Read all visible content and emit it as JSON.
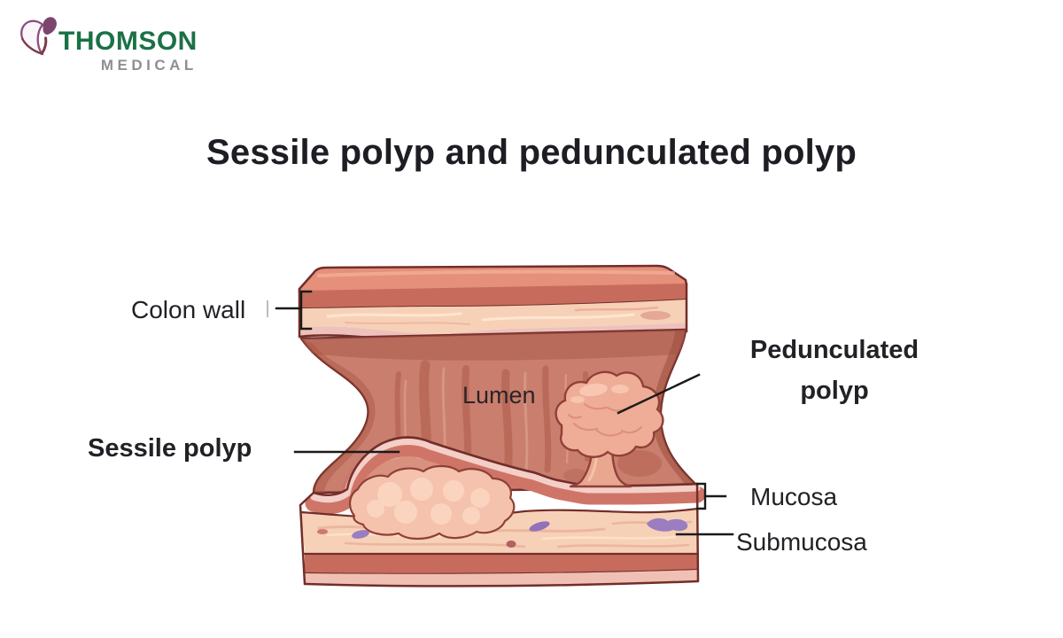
{
  "brand": {
    "name": "THOMSON",
    "division": "MEDICAL",
    "icon": "butterfly-icon",
    "colors": {
      "green": "#1b7146",
      "gray": "#8d8f92",
      "butterfly_purple": "#8a4f7e",
      "butterfly_maroon": "#7c3a4d"
    }
  },
  "title": "Sessile polyp and pedunculated polyp",
  "diagram": {
    "type": "labeled-medical-illustration",
    "subject": "Colon cross-section showing a sessile polyp and a pedunculated polyp",
    "labels": {
      "colon_wall": "Colon wall",
      "sessile_polyp": "Sessile polyp",
      "lumen": "Lumen",
      "pedunculated_polyp": "Pedunculated polyp",
      "mucosa": "Mucosa",
      "submucosa": "Submucosa"
    },
    "palette": {
      "outline_maroon": "#722e2a",
      "wall_top_face": "#e5907b",
      "muscle_band": "#c76c5d",
      "submucosa_cream": "#f7d1b7",
      "pale_pink_band": "#eec2bc",
      "lumen_interior": "#c97e6e",
      "interior_shadow": "#a85847",
      "mucosa_band": "#cf7568",
      "sessile_dome": "#d8917e",
      "polyp_mass": "#f5c2ad",
      "polyp_head": "#efac97",
      "polyp_stalk": "#e9a790",
      "vessel_purple": "#9a7ec1",
      "label_text": "#212126"
    }
  }
}
